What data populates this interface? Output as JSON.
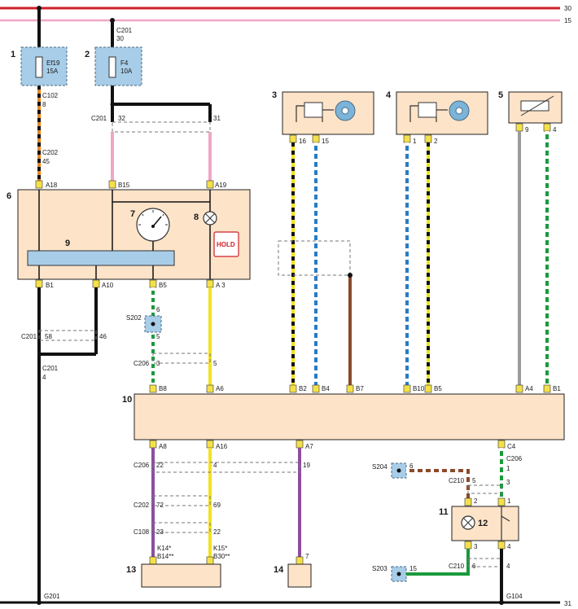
{
  "rails": {
    "r30": "30",
    "r15": "15",
    "r31": "31"
  },
  "components": {
    "c1": "1",
    "c2": "2",
    "c3": "3",
    "c4": "4",
    "c5": "5",
    "c6": "6",
    "c7": "7",
    "c8": "8",
    "c9": "9",
    "c10": "10",
    "c11": "11",
    "c12": "12",
    "c13": "13",
    "c14": "14"
  },
  "fuses": {
    "f1": {
      "name": "Ef19",
      "amps": "15A"
    },
    "f2": {
      "name": "F4",
      "amps": "10A"
    }
  },
  "hold_label": "HOLD",
  "connectors": {
    "c201_top": "C201",
    "c201_top_pin": "30",
    "c102": "C102",
    "c102_pin": "8",
    "c202_left": "C202",
    "c202_left_pin": "45",
    "c201_mid": "C201",
    "c201_mid_pin1": "32",
    "c201_mid_pin2": "31",
    "c201_low": "C201",
    "c201_low_pin1": "58",
    "c201_low_pin2": "46",
    "c201_b": "C201",
    "c201_b_pin": "4",
    "s202": "S202",
    "s202_pin1": "6",
    "s202_pin2": "5",
    "c206_a": "C206",
    "c206_a_pin1": "3",
    "c206_a_pin2": "5",
    "c206_b": "C206",
    "c206_b_pin1": "22",
    "c206_b_pin2": "4",
    "c206_b_pin3": "19",
    "c202_b": "C202",
    "c202_b_pin1": "72",
    "c202_b_pin2": "69",
    "c108": "C108",
    "c108_pin1": "23",
    "c108_pin2": "22",
    "s204": "S204",
    "s204_pin": "6",
    "c210_a": "C210",
    "c210_a_pin": "5",
    "c206_c": "C206",
    "c206_c_pin1": "1",
    "c206_c_pin2": "3",
    "s203": "S203",
    "s203_pin": "15",
    "c210_b": "C210",
    "c210_b_pin": "6"
  },
  "pins": {
    "p6_a18": "A18",
    "p6_b15": "B15",
    "p6_a19": "A19",
    "p6_b1": "B1",
    "p6_a10": "A10",
    "p6_b5": "B5",
    "p6_a3": "A 3",
    "p3_16": "16",
    "p3_15": "15",
    "p4_1": "1",
    "p4_2": "2",
    "p5_9": "9",
    "p5_4": "4",
    "p10_b8": "B8",
    "p10_a6": "A6",
    "p10_b2": "B2",
    "p10_b4": "B4",
    "p10_b7": "B7",
    "p10_b10": "B10",
    "p10_b5": "B5",
    "p10_a4": "A4",
    "p10_b1": "B1",
    "p10_a8": "A8",
    "p10_a16": "A16",
    "p10_a7": "A7",
    "p10_c4": "C4",
    "p11_2": "2",
    "p11_1": "1",
    "p11_3": "3",
    "p11_4": "4",
    "p13_k14": "K14*",
    "p13_b14": "B14**",
    "p13_k15": "K15*",
    "p13_b30": "B30**",
    "p14_7": "7"
  },
  "grounds": {
    "g201": "G201",
    "g104": "G104"
  },
  "colors": {
    "red": "#d0202a",
    "pink": "#f0a6c4",
    "black": "#111111",
    "yellow": "#f2e21f",
    "blue": "#2a7bc4",
    "green": "#1a9a3c",
    "purple": "#8a4fa0",
    "brown": "#8b4a2a",
    "orange": "#e8861e",
    "grey": "#9a9a9a",
    "white": "#ffffff",
    "component_fill": "#fde3c8",
    "fuse_fill": "#a8cde8"
  }
}
